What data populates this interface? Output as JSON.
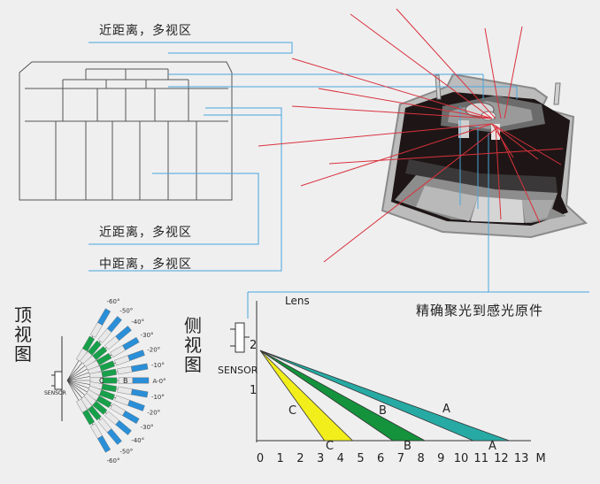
{
  "callouts": {
    "near_multi_top": "近距离，多视区",
    "near_multi_mid": "近距离，多视区",
    "mid_multi": "中距离，多视区",
    "focus": "精确聚光到感光原件"
  },
  "top_view": {
    "title": "顶视图",
    "sensor_label": "SENSOR",
    "zone_letters": [
      "C",
      "B",
      "A"
    ],
    "angle_labels": [
      "-60°",
      "-50°",
      "-40°",
      "-30°",
      "-20°",
      "-10°",
      "A-0°",
      "-10°",
      "-20°",
      "-30°",
      "-40°",
      "-50°",
      "-60°"
    ]
  },
  "side_view": {
    "title": "侧视图",
    "lens_label": "Lens",
    "sensor_label": "SENSOR",
    "zones": [
      {
        "name": "C",
        "color": "#f2ee1c",
        "x_start": 3.2,
        "x_end": 4.6
      },
      {
        "name": "B",
        "color": "#14923c",
        "x_start": 6.6,
        "x_end": 8.2
      },
      {
        "name": "A",
        "color": "#27aaa4",
        "x_start": 10.6,
        "x_end": 12.4
      }
    ],
    "x_ticks": [
      "0",
      "1",
      "2",
      "3",
      "4",
      "5",
      "6",
      "7",
      "8",
      "9",
      "10",
      "11",
      "12",
      "13"
    ],
    "x_unit": "M",
    "y_ticks": [
      "1",
      "2"
    ]
  },
  "colors": {
    "blue_line": "#4aa6dc",
    "red_line": "#d9323c",
    "accent_blue": "#2a8fd8",
    "accent_green": "#17a04a"
  }
}
